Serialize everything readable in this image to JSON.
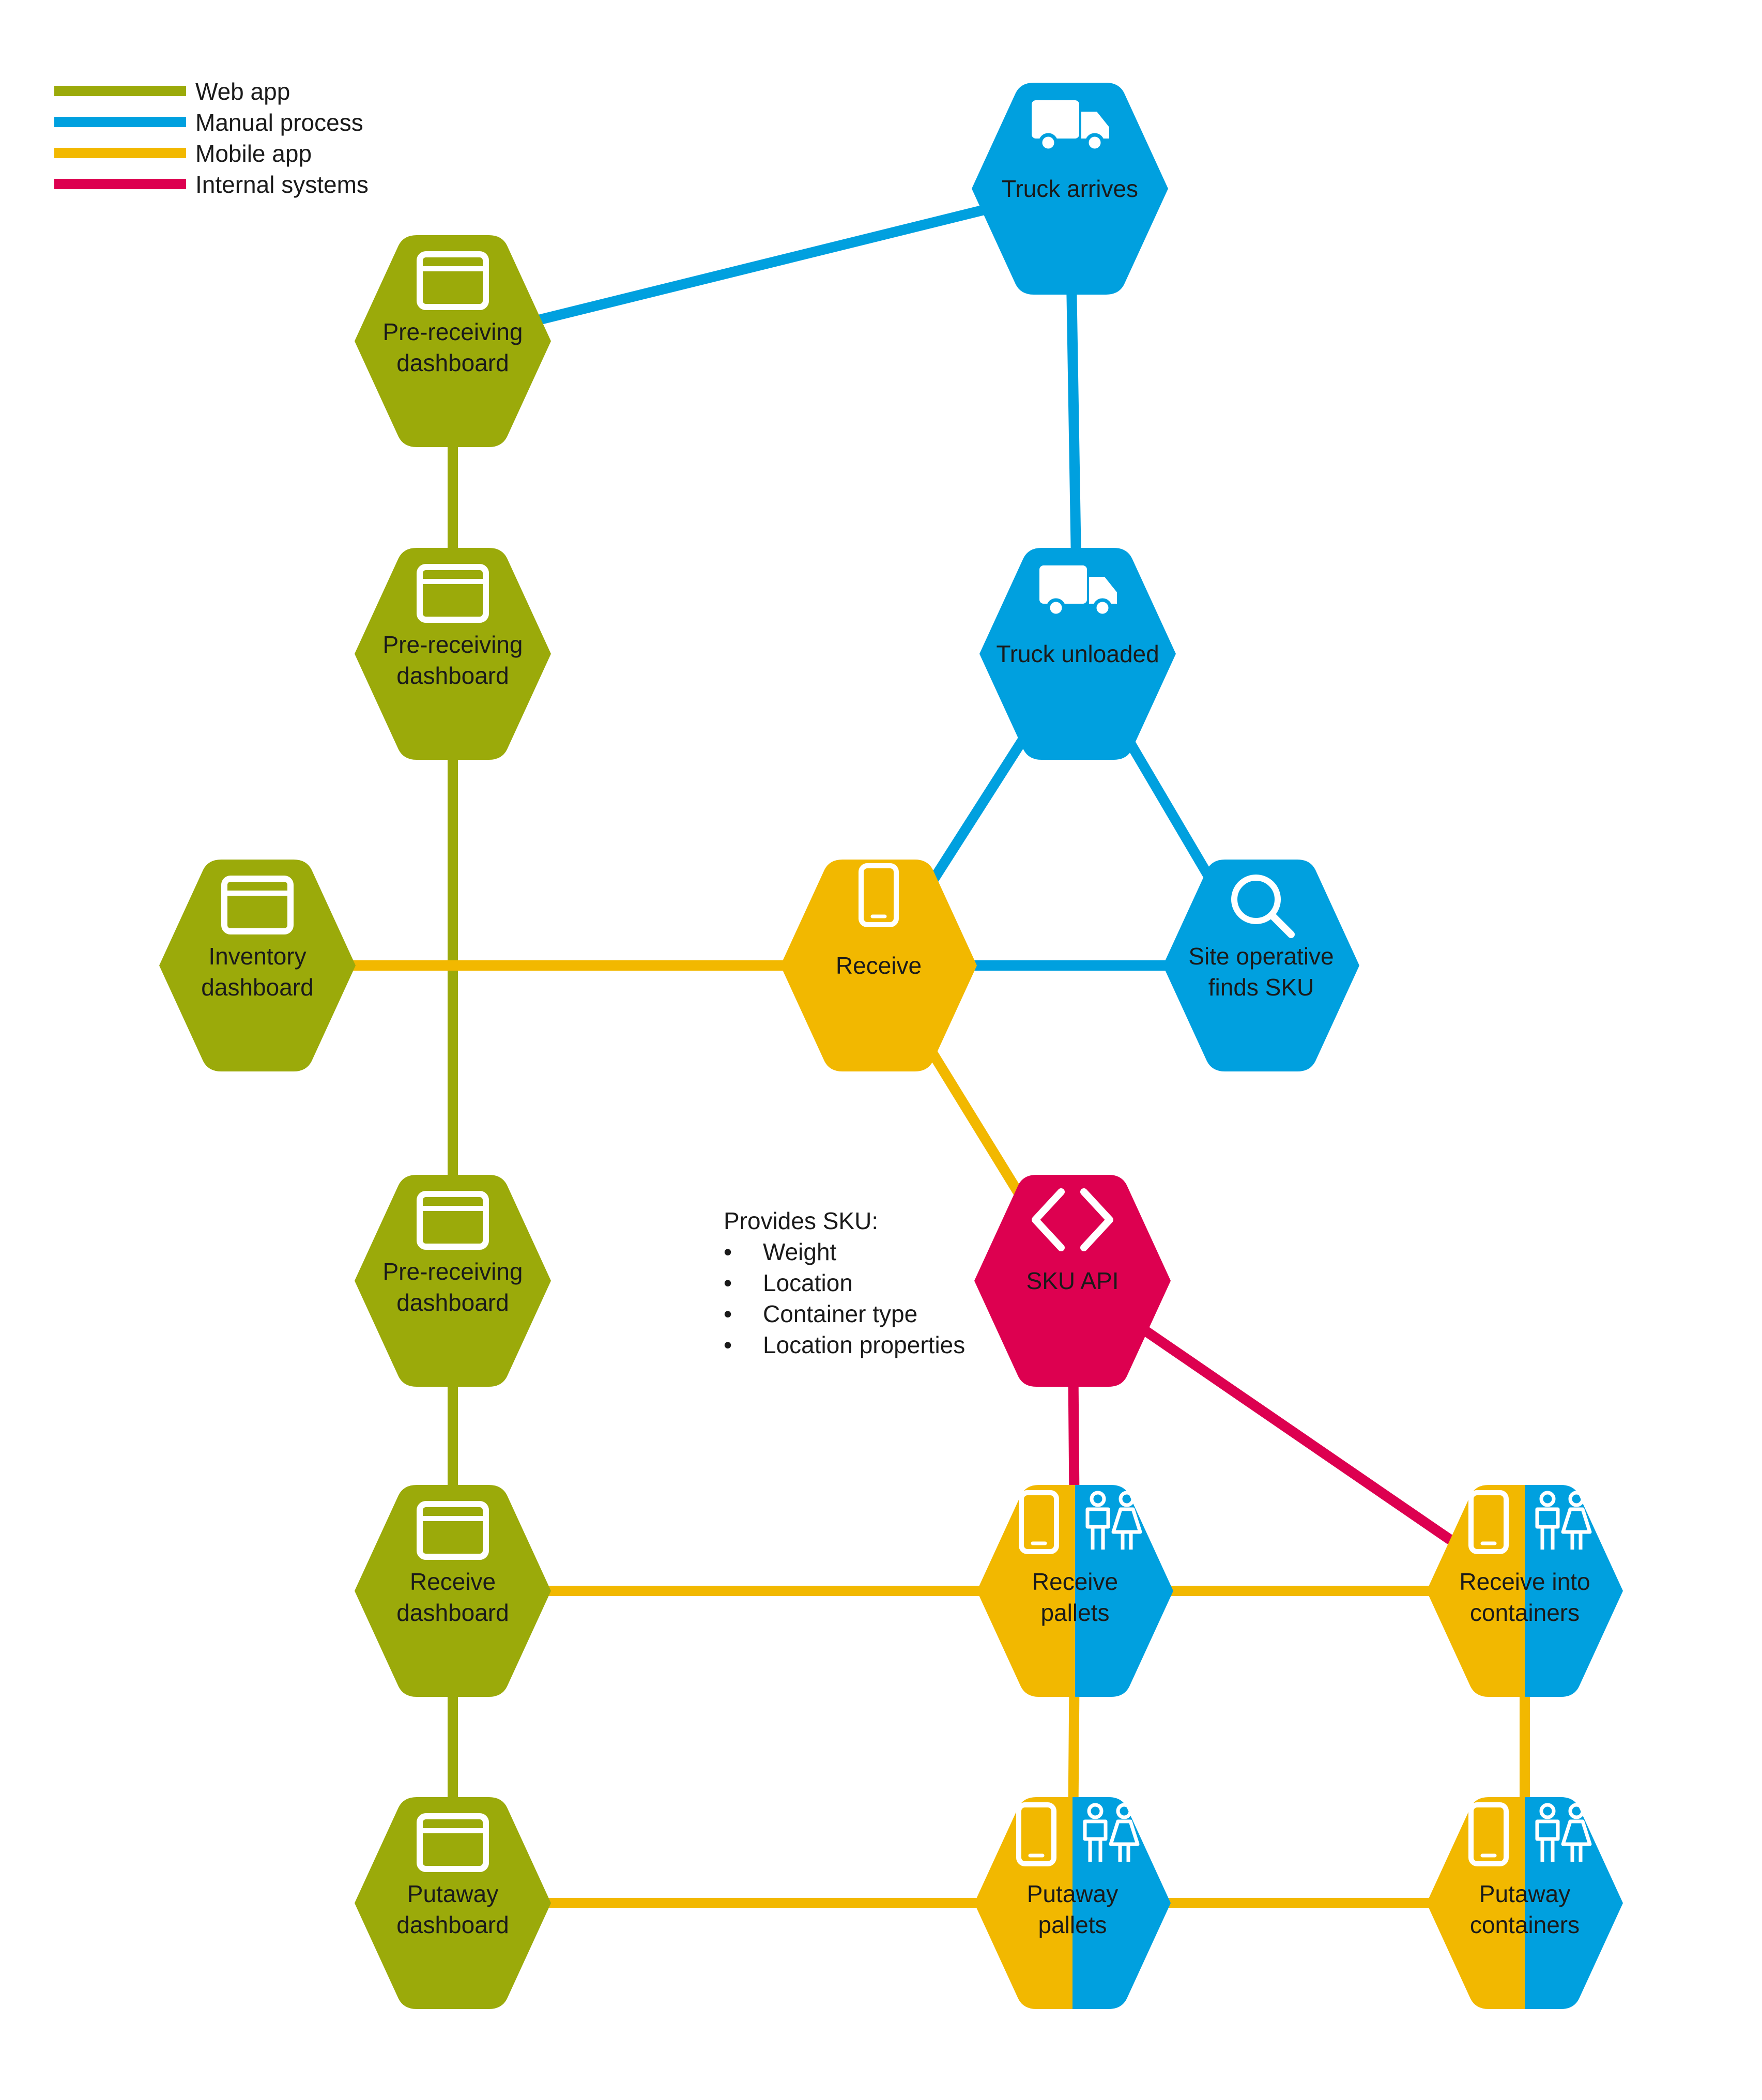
{
  "colors": {
    "web_app": "#9BAA0A",
    "manual_process": "#00A0DF",
    "mobile_app": "#F2B800",
    "internal_systems": "#DD0050",
    "text": "#1a1a1a",
    "icon": "#ffffff"
  },
  "legend": [
    {
      "key": "web_app",
      "label": "Web app"
    },
    {
      "key": "manual_process",
      "label": "Manual process"
    },
    {
      "key": "mobile_app",
      "label": "Mobile app"
    },
    {
      "key": "internal_systems",
      "label": "Internal systems"
    }
  ],
  "nodes": [
    {
      "id": "truck-arrives",
      "lines": [
        "Truck arrives"
      ],
      "type": "manual_process",
      "icon": "truck-icon"
    },
    {
      "id": "pre-receiving-1",
      "lines": [
        "Pre-receiving",
        "dashboard"
      ],
      "type": "web_app",
      "icon": "browser-window-icon"
    },
    {
      "id": "pre-receiving-2",
      "lines": [
        "Pre-receiving",
        "dashboard"
      ],
      "type": "web_app",
      "icon": "browser-window-icon"
    },
    {
      "id": "truck-unloaded",
      "lines": [
        "Truck unloaded"
      ],
      "type": "manual_process",
      "icon": "truck-icon"
    },
    {
      "id": "inventory-dashboard",
      "lines": [
        "Inventory",
        "dashboard"
      ],
      "type": "web_app",
      "icon": "browser-window-icon"
    },
    {
      "id": "receive",
      "lines": [
        "Receive"
      ],
      "type": "mobile_app",
      "icon": "mobile-phone-icon"
    },
    {
      "id": "site-operative",
      "lines": [
        "Site operative",
        "finds SKU"
      ],
      "type": "manual_process",
      "icon": "search-icon"
    },
    {
      "id": "pre-receiving-3",
      "lines": [
        "Pre-receiving",
        "dashboard"
      ],
      "type": "web_app",
      "icon": "browser-window-icon"
    },
    {
      "id": "sku-api",
      "lines": [
        "SKU API"
      ],
      "type": "internal_systems",
      "icon": "code-brackets-icon"
    },
    {
      "id": "receive-dashboard",
      "lines": [
        "Receive",
        "dashboard"
      ],
      "type": "web_app",
      "icon": "browser-window-icon"
    },
    {
      "id": "receive-pallets",
      "lines": [
        "Receive",
        "pallets"
      ],
      "type": "mobile_manual_split",
      "icon": "phone-and-people-icon"
    },
    {
      "id": "receive-into-containers",
      "lines": [
        "Receive into",
        "containers"
      ],
      "type": "mobile_manual_split",
      "icon": "phone-and-people-icon"
    },
    {
      "id": "putaway-dashboard",
      "lines": [
        "Putaway",
        "dashboard"
      ],
      "type": "web_app",
      "icon": "browser-window-icon"
    },
    {
      "id": "putaway-pallets",
      "lines": [
        "Putaway",
        "pallets"
      ],
      "type": "mobile_manual_split",
      "icon": "phone-and-people-icon"
    },
    {
      "id": "putaway-containers",
      "lines": [
        "Putaway",
        "containers"
      ],
      "type": "mobile_manual_split",
      "icon": "phone-and-people-icon"
    }
  ],
  "connections": [
    {
      "from": "pre-receiving-1",
      "to": "truck-arrives",
      "type": "manual_process"
    },
    {
      "from": "truck-arrives",
      "to": "truck-unloaded",
      "type": "manual_process"
    },
    {
      "from": "pre-receiving-1",
      "to": "pre-receiving-2",
      "type": "web_app"
    },
    {
      "from": "pre-receiving-2",
      "to": "pre-receiving-3",
      "type": "web_app"
    },
    {
      "from": "pre-receiving-3",
      "to": "receive-dashboard",
      "type": "web_app"
    },
    {
      "from": "receive-dashboard",
      "to": "putaway-dashboard",
      "type": "web_app"
    },
    {
      "from": "truck-unloaded",
      "to": "receive",
      "type": "manual_process"
    },
    {
      "from": "truck-unloaded",
      "to": "site-operative",
      "type": "manual_process"
    },
    {
      "from": "receive",
      "to": "site-operative",
      "type": "manual_process"
    },
    {
      "from": "inventory-dashboard",
      "to": "receive",
      "type": "mobile_app"
    },
    {
      "from": "receive",
      "to": "sku-api",
      "type": "mobile_app"
    },
    {
      "from": "sku-api",
      "to": "receive-pallets",
      "type": "internal_systems"
    },
    {
      "from": "sku-api",
      "to": "receive-into-containers",
      "type": "internal_systems"
    },
    {
      "from": "receive-dashboard",
      "to": "receive-pallets",
      "type": "mobile_app"
    },
    {
      "from": "receive-pallets",
      "to": "receive-into-containers",
      "type": "mobile_app"
    },
    {
      "from": "receive-pallets",
      "to": "putaway-pallets",
      "type": "mobile_app"
    },
    {
      "from": "receive-into-containers",
      "to": "putaway-containers",
      "type": "mobile_app"
    },
    {
      "from": "putaway-dashboard",
      "to": "putaway-pallets",
      "type": "mobile_app"
    },
    {
      "from": "putaway-pallets",
      "to": "putaway-containers",
      "type": "mobile_app"
    }
  ],
  "annotation": {
    "title": "Provides SKU:",
    "items": [
      "Weight",
      "Location",
      "Container type",
      "Location properties"
    ]
  }
}
